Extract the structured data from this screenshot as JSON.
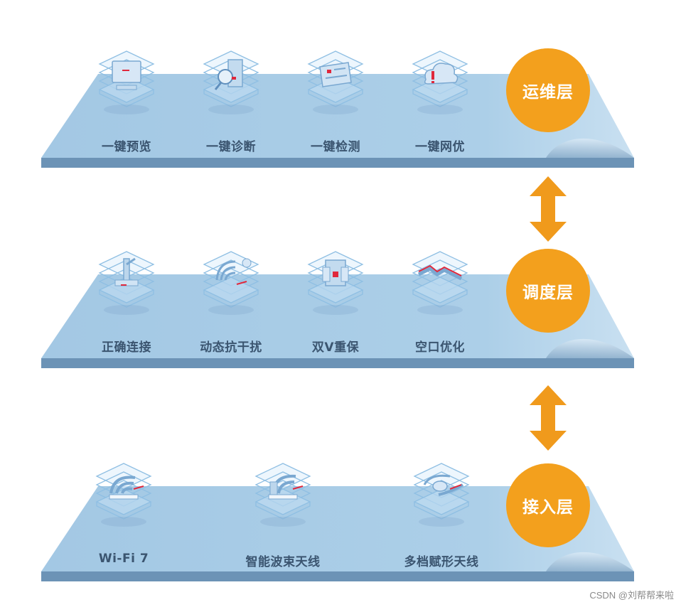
{
  "layers": [
    {
      "badge": "运维层",
      "items": [
        {
          "label": "一键预览",
          "icon": "monitor-icon"
        },
        {
          "label": "一键诊断",
          "icon": "diagnose-magnifier-icon"
        },
        {
          "label": "一键检测",
          "icon": "device-check-icon"
        },
        {
          "label": "一键网优",
          "icon": "cloud-alert-icon"
        }
      ]
    },
    {
      "badge": "调度层",
      "items": [
        {
          "label": "正确连接",
          "icon": "access-point-icon"
        },
        {
          "label": "动态抗干扰",
          "icon": "radar-dish-icon"
        },
        {
          "label": "双V重保",
          "icon": "shield-icon"
        },
        {
          "label": "空口优化",
          "icon": "signal-wave-icon"
        }
      ]
    },
    {
      "badge": "接入层",
      "items": [
        {
          "label": "Wi-Fi 7",
          "icon": "wifi-icon"
        },
        {
          "label": "智能波束天线",
          "icon": "beam-antenna-icon"
        },
        {
          "label": "多档赋形天线",
          "icon": "shaped-antenna-icon"
        }
      ]
    }
  ],
  "colors": {
    "plate_top": "#a7cbe6",
    "plate_front": "#6c93b6",
    "badge": "#f3a01d",
    "arrow": "#f09a1c",
    "label": "#3b5570",
    "accent_red": "#e0283c"
  },
  "watermark": "CSDN @刘帮帮来啦"
}
